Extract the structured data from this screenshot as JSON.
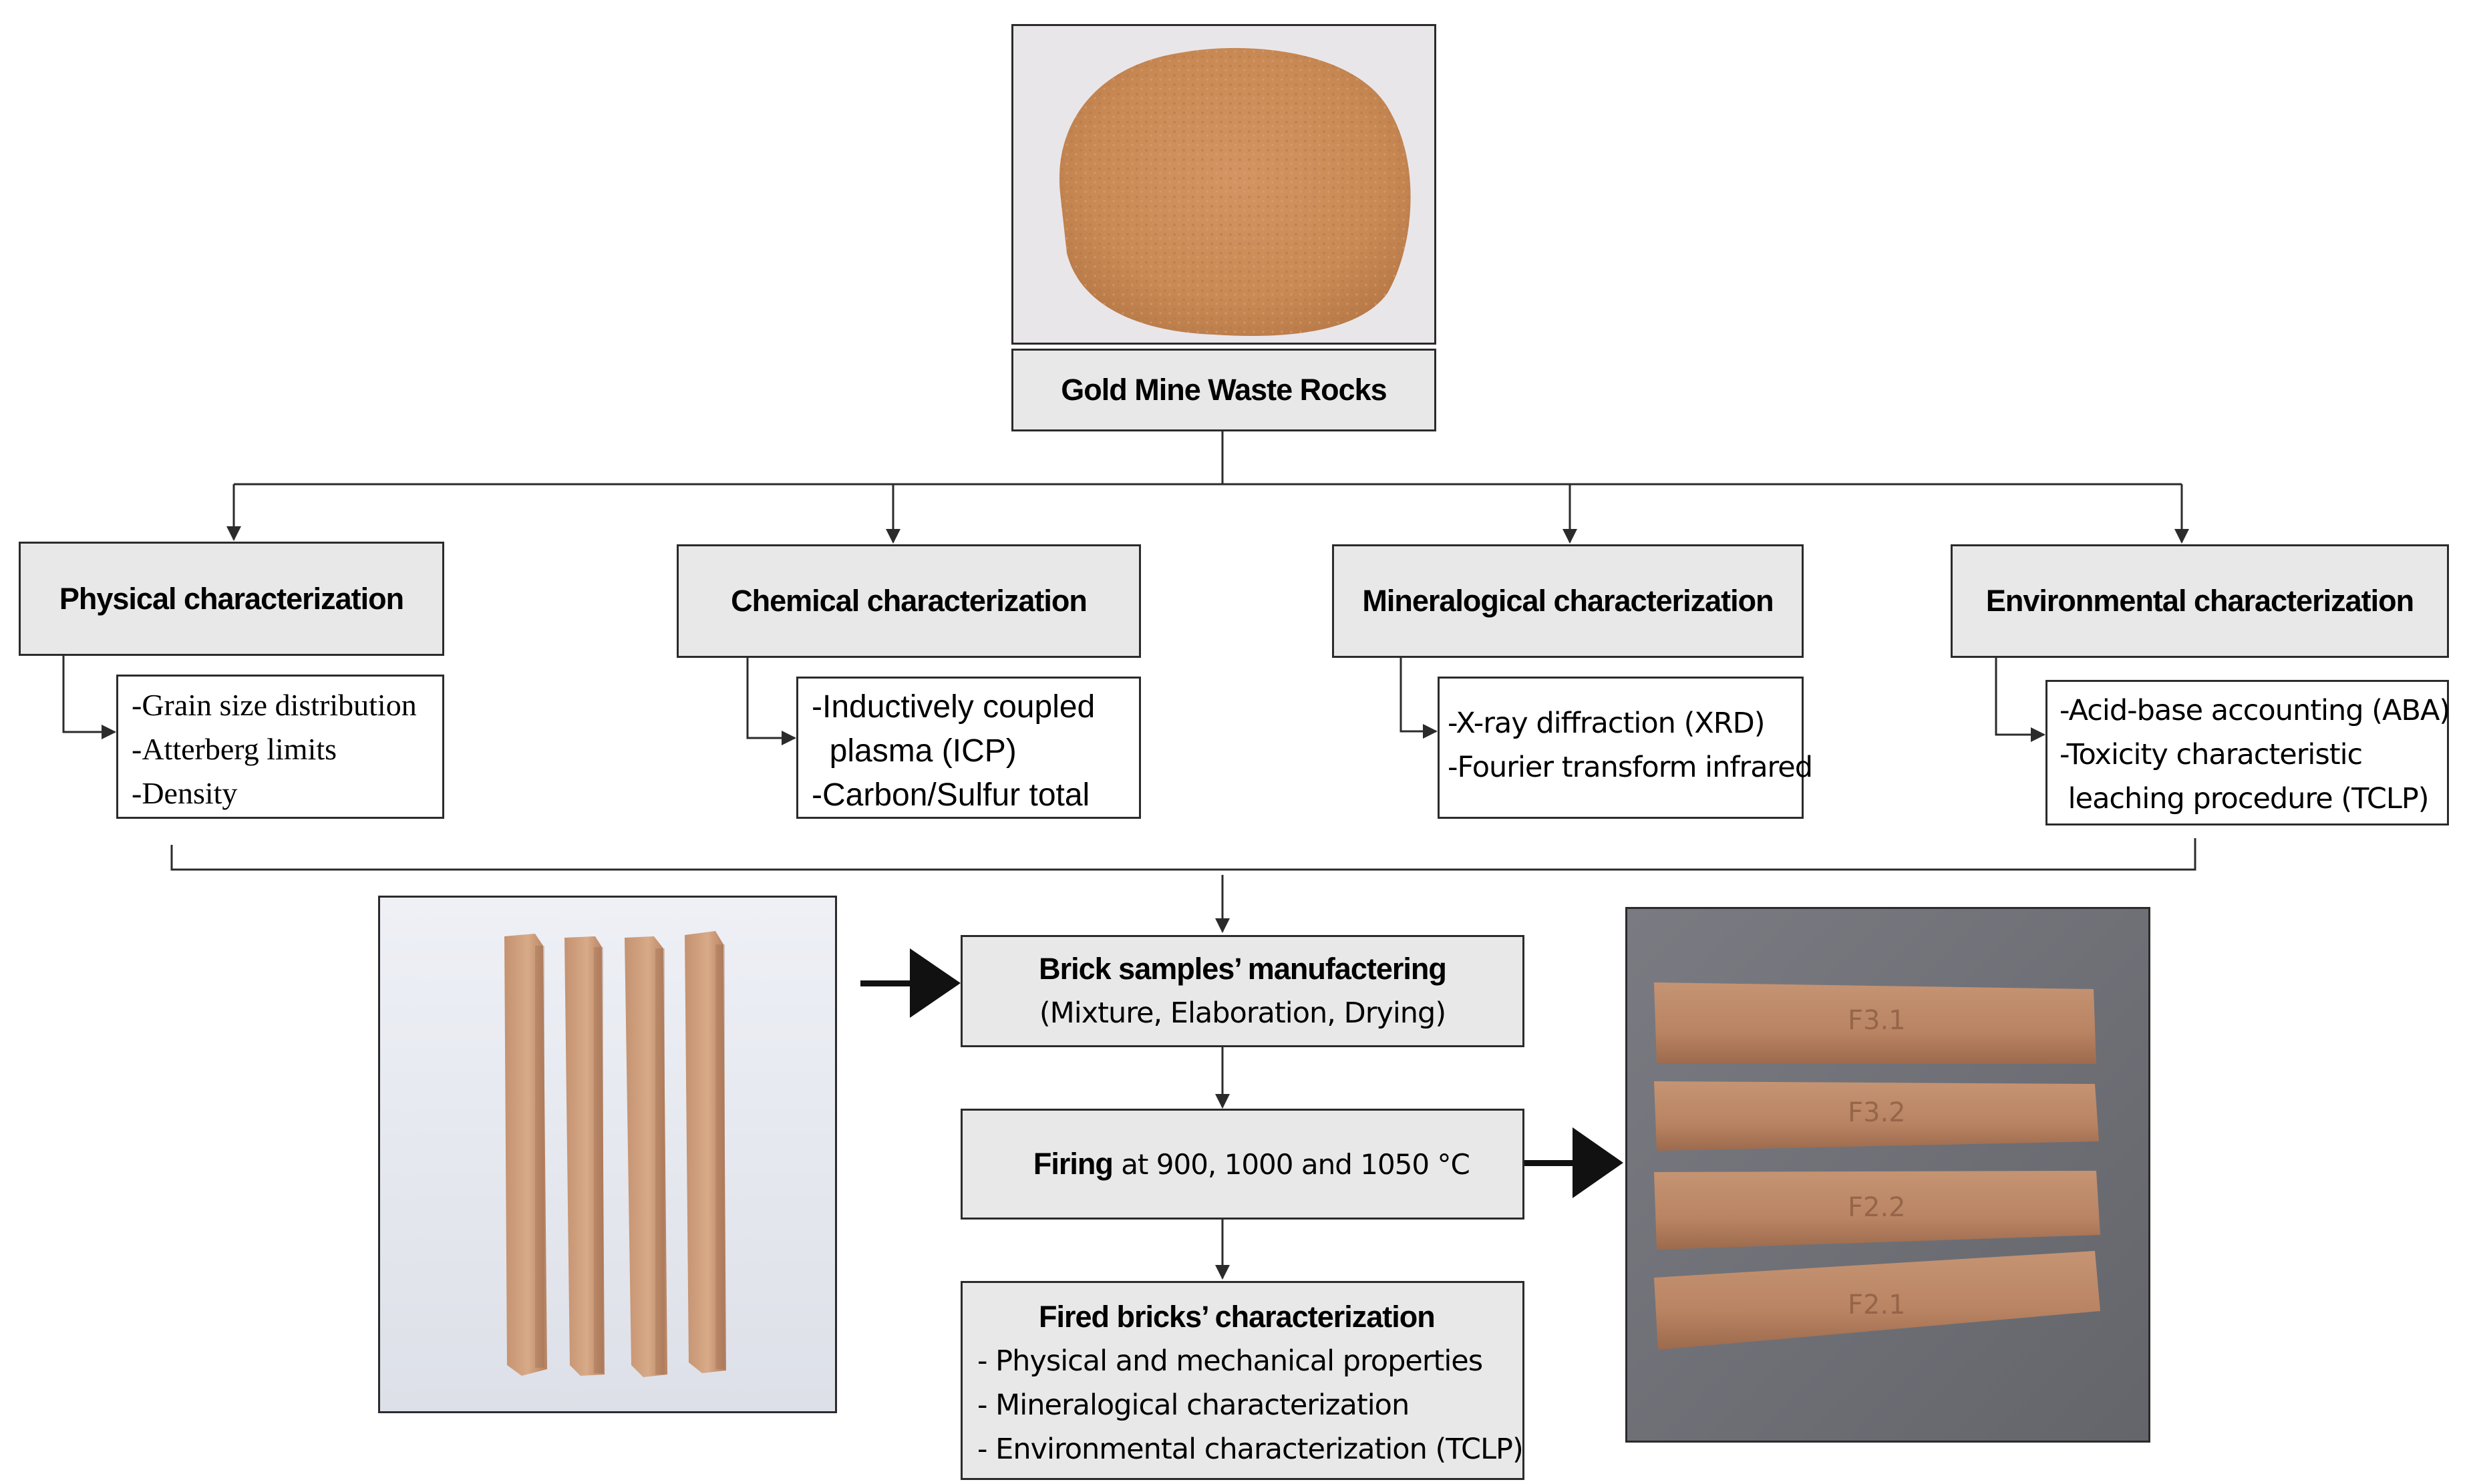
{
  "source": {
    "title": "Gold Mine Waste Rocks"
  },
  "characterizations": [
    {
      "title": "Physical characterization",
      "items": [
        "-Grain size distribution",
        "-Atterberg limits",
        "-Density"
      ]
    },
    {
      "title": "Chemical characterization",
      "items": [
        "-Inductively coupled",
        "  plasma (ICP)",
        "-Carbon/Sulfur total"
      ]
    },
    {
      "title": "Mineralogical characterization",
      "items": [
        "-X-ray diffraction (XRD)",
        "-Fourier transform infrared"
      ]
    },
    {
      "title": "Environmental characterization",
      "items": [
        "-Acid-base accounting (ABA)",
        "-Toxicity characteristic",
        " leaching procedure (TCLP)"
      ]
    }
  ],
  "process": {
    "manufacturing": {
      "title": "Brick samples’ manufactering",
      "subtitle": "(Mixture, Elaboration, Drying)"
    },
    "firing": {
      "title": "Firing",
      "rest": " at 900, 1000 and 1050 °C"
    },
    "fired_characterization": {
      "title": "Fired bricks’ characterization",
      "items": [
        "- Physical and mechanical properties",
        "- Mineralogical characterization",
        "- Environmental characterization (TCLP)"
      ]
    }
  },
  "brick_labels": [
    "F3.1",
    "F3.2",
    "F2.2",
    "F2.1"
  ],
  "colors": {
    "box_fill": "#e8e8e8",
    "line": "#2b2b2b",
    "powder": "#c98a55",
    "brick": "#b98463"
  }
}
